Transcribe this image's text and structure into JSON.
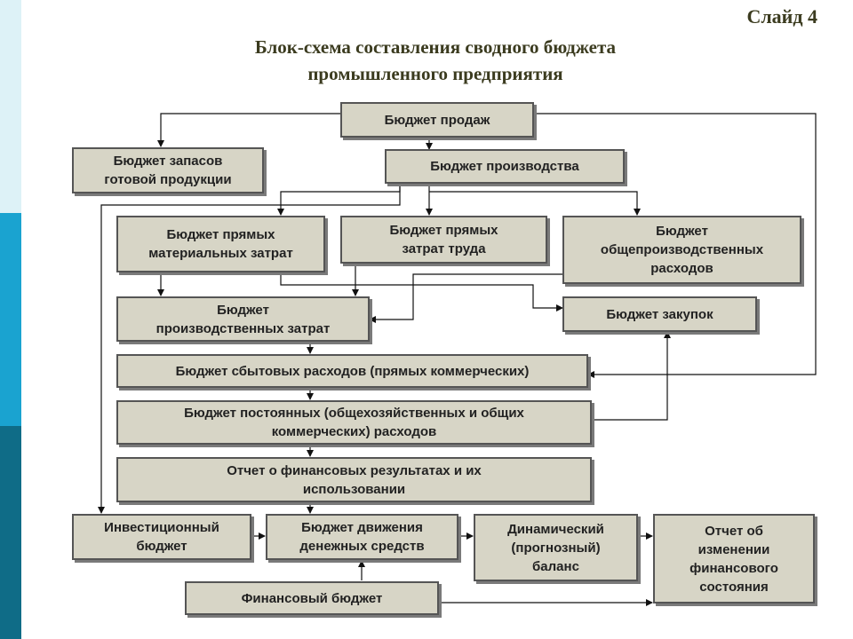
{
  "slide_label": "Слайд 4",
  "title": {
    "line1": "Блок-схема составления сводного бюджета",
    "line2": "промышленного предприятия"
  },
  "boxes": {
    "sales": [
      "Бюджет продаж"
    ],
    "stock": [
      "Бюджет запасов",
      "готовой продукции"
    ],
    "production": [
      "Бюджет производства"
    ],
    "materials": [
      "Бюджет прямых",
      "материальных затрат"
    ],
    "labor": [
      "Бюджет прямых",
      "затрат труда"
    ],
    "overhead": [
      "Бюджет",
      "общепроизводственных",
      "расходов"
    ],
    "prod_costs": [
      "Бюджет",
      "производственных затрат"
    ],
    "purchases": [
      "Бюджет закупок"
    ],
    "selling": [
      "Бюджет сбытовых расходов (прямых коммерческих)"
    ],
    "fixed": [
      "Бюджет постоянных (общехозяйственных и общих",
      "коммерческих) расходов"
    ],
    "fin_results": [
      "Отчет о финансовых результатах и их",
      "использовании"
    ],
    "investment": [
      "Инвестиционный",
      "бюджет"
    ],
    "cash_flow": [
      "Бюджет движения",
      "денежных средств"
    ],
    "balance": [
      "Динамический",
      "(прогнозный)",
      "баланс"
    ],
    "fin_position": [
      "Отчет об",
      "изменении",
      "финансового",
      "состояния"
    ],
    "financial": [
      "Финансовый бюджет"
    ]
  }
}
